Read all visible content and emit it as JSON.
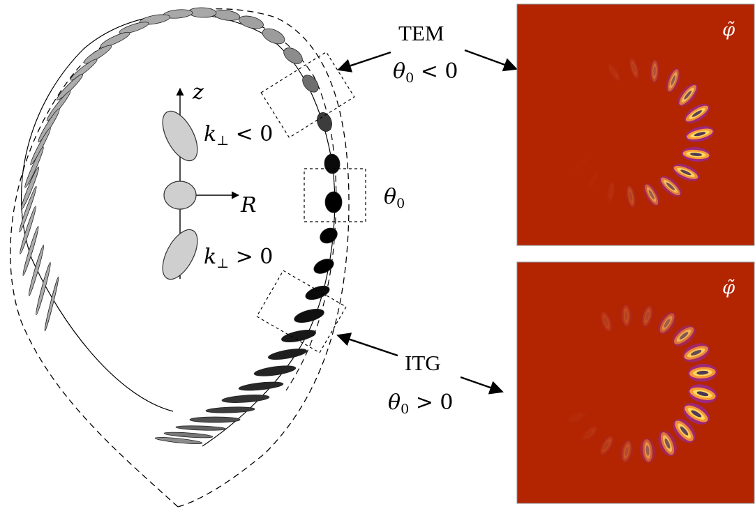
{
  "labels": {
    "axis_z": "z",
    "axis_R": "R",
    "k_neg": {
      "sym": "k",
      "sub": "⊥",
      "rel": "< 0"
    },
    "k_pos": {
      "sym": "k",
      "sub": "⊥",
      "rel": "> 0"
    },
    "theta0": {
      "sym": "θ",
      "sub": "0"
    },
    "tem": {
      "name": "TEM",
      "sym": "θ",
      "sub": "0",
      "rel": "< 0"
    },
    "itg": {
      "name": "ITG",
      "sym": "θ",
      "sub": "0",
      "rel": "> 0"
    },
    "phi_tilde": "φ̃"
  },
  "panels": [
    {
      "mode": "TEM",
      "tag": "φ̃",
      "mask_side": "left"
    },
    {
      "mode": "ITG",
      "tag": "φ̃",
      "mask_side": "right"
    }
  ],
  "colors": {
    "panel_background": "#b32400",
    "field_orange": "#ffa030",
    "field_yellow": "#ffe066",
    "field_violet": "#8a2be2",
    "field_navy": "#1e0a52",
    "eddy_light": "#cfcfcf",
    "eddy_dark": "#000000",
    "line": "#000000"
  }
}
